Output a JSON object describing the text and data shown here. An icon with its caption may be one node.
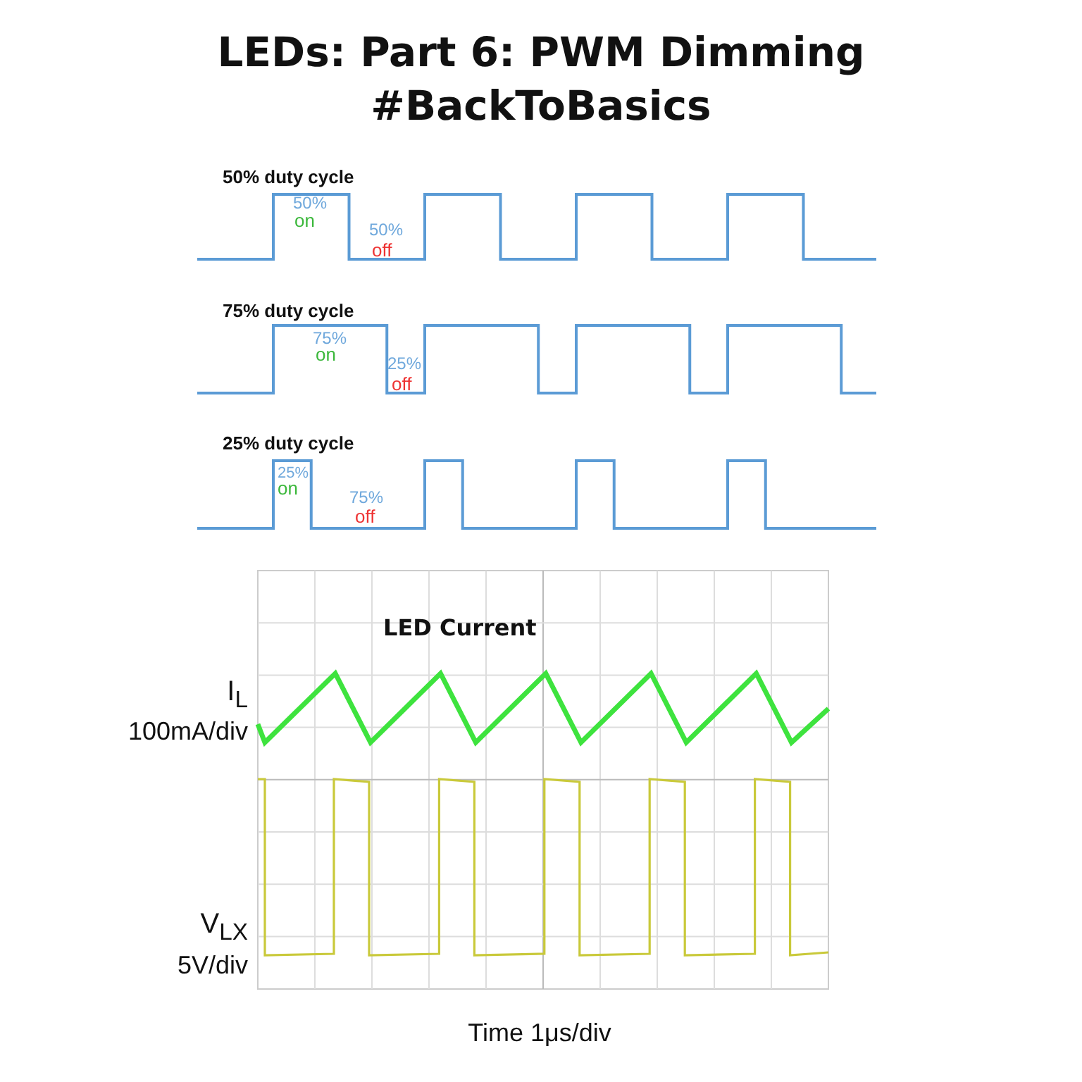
{
  "diagram": {
    "title": "LEDs: Part 6: PWM Dimming #BackToBasics",
    "labels": [
      "50% duty cycle",
      "50%",
      "on",
      "50%",
      "off",
      "75% duty cycle",
      "75%",
      "on",
      "25%",
      "off",
      "25% duty cycle",
      "25%",
      "on",
      "75%",
      "off",
      "LED Current",
      "I$_{L}$",
      "100mA/div",
      "V$_{LX}$",
      "5V/div",
      "Time 1μs/div"
    ]
  }
}
